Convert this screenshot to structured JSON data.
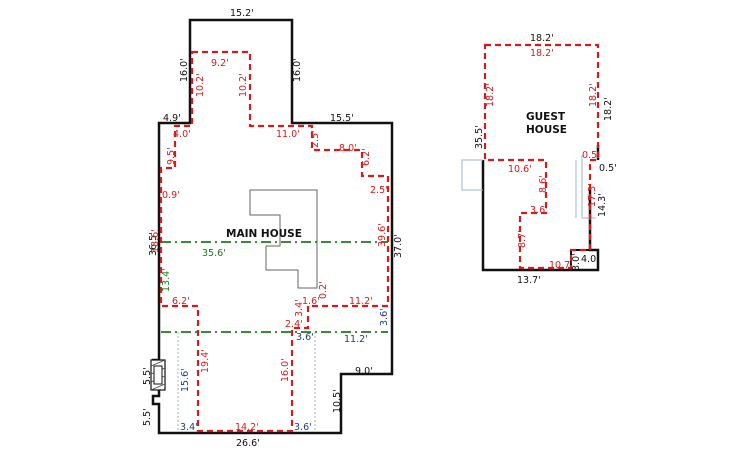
{
  "main_house": {
    "title": "MAIN HOUSE",
    "outer": {
      "top": "15.2'",
      "left_tower": "16.0'",
      "right_tower": "16.0'",
      "left_step": "4.9'",
      "right_step": "15.5'",
      "left_wall": "36.5'",
      "right_wall": "37.0'",
      "left_lower_1": "5.5'",
      "left_lower_2": "5.5'",
      "bottom": "26.6'",
      "notch_h": "9.0'",
      "notch_v": "10.5'"
    },
    "red": {
      "tower_top": "9.2'",
      "tower_left": "10.2'",
      "tower_right": "10.2'",
      "step_left": "4.0'",
      "step_left_v": "9.5'",
      "jog_left": "0.9'",
      "top_mid": "11.0'",
      "small_v": "2.5'",
      "h_8": "8.0'",
      "v_62": "6.2'",
      "h_25": "2.5'",
      "right_v": "39.6'",
      "left_v": "18.6'",
      "left_h": "6.2'",
      "mid_v": "3.4'",
      "mid_h16": "1.6'",
      "mid_v02": "0.2'",
      "right_h": "11.2'",
      "small_h24": "2.4'",
      "lower_left_v": "19.4'",
      "lower_mid_v": "16.0'",
      "bottom_h": "14.2'"
    },
    "green": {
      "h": "35.6'",
      "v": "13.4'"
    },
    "blue": {
      "lower_left_v": "15.6'",
      "bottom_left_h": "3.4'",
      "bottom_right_h": "3.6'",
      "mid_h": "3.6'",
      "right_v": "3.6'",
      "right_h": "11.2'"
    }
  },
  "guest_house": {
    "title_line1": "GUEST",
    "title_line2": "HOUSE",
    "outer": {
      "top": "18.2'",
      "left": "35.5'",
      "right": "18.2'",
      "right_jog": "0.5'",
      "right_lower": "14.3'",
      "bottom": "13.7'",
      "box_w": "4.0'",
      "box_h": "3.0'"
    },
    "red": {
      "top": "18.2'",
      "left": "18.2'",
      "right": "18.2'",
      "right_jog": "0.5'",
      "inner_h": "10.6'",
      "inner_v": "8.6'",
      "step_h": "3.6'",
      "lower_v": "8.7'",
      "bottom_h": "10.7'",
      "right_lower": "17.3'"
    }
  },
  "colors": {
    "wall": "#111111",
    "red_dash": "#d41c1c",
    "green_dash": "#1f7a1f",
    "blue_dash": "#1f3f8a",
    "light_blue": "#9fb4cf"
  }
}
